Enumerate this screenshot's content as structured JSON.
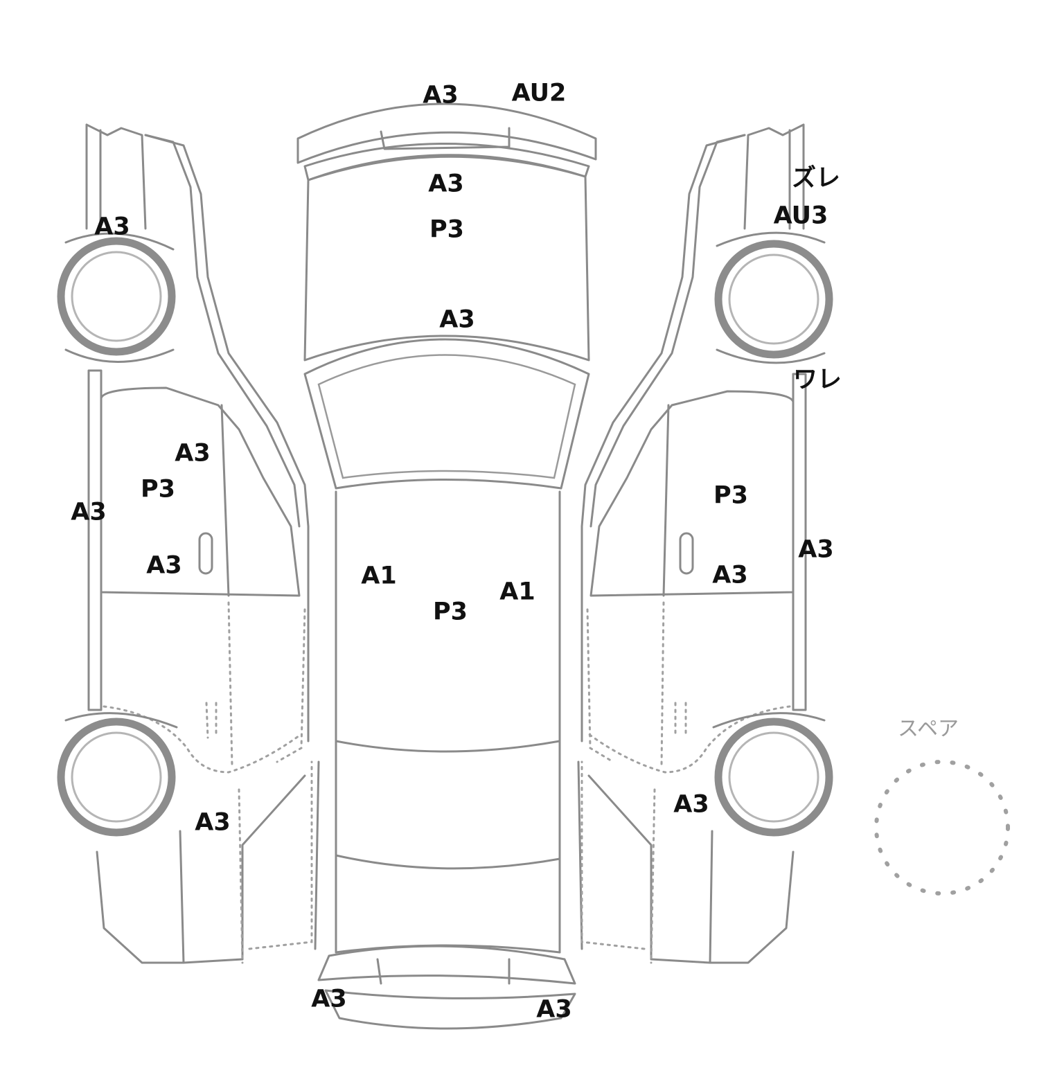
{
  "diagram": {
    "spare_label": "スペア",
    "colors": {
      "outline": "#8a8a8a",
      "text": "#111111"
    }
  },
  "marks": {
    "rear_bumper_left": "A3",
    "rear_bumper_right": "AU2",
    "trunk_lid": "A3",
    "trunk_lid_paint": "P3",
    "rear_glass_edge": "A3",
    "left_rear_fender": "A3",
    "left_rear_door_upper": "A3",
    "left_rear_door_paint": "P3",
    "left_rocker": "A3",
    "left_rear_door_lower": "A3",
    "left_front_fender": "A3",
    "roof_left": "A1",
    "roof_paint": "P3",
    "roof_right": "A1",
    "right_rear_fender_zure": "ズレ",
    "right_rear_fender": "AU3",
    "right_pillar_crack": "ワレ",
    "right_rear_door_paint": "P3",
    "right_rocker": "A3",
    "right_rear_door_lower": "A3",
    "right_front_fender": "A3",
    "front_bumper_left": "A3",
    "front_bumper_right": "A3"
  }
}
